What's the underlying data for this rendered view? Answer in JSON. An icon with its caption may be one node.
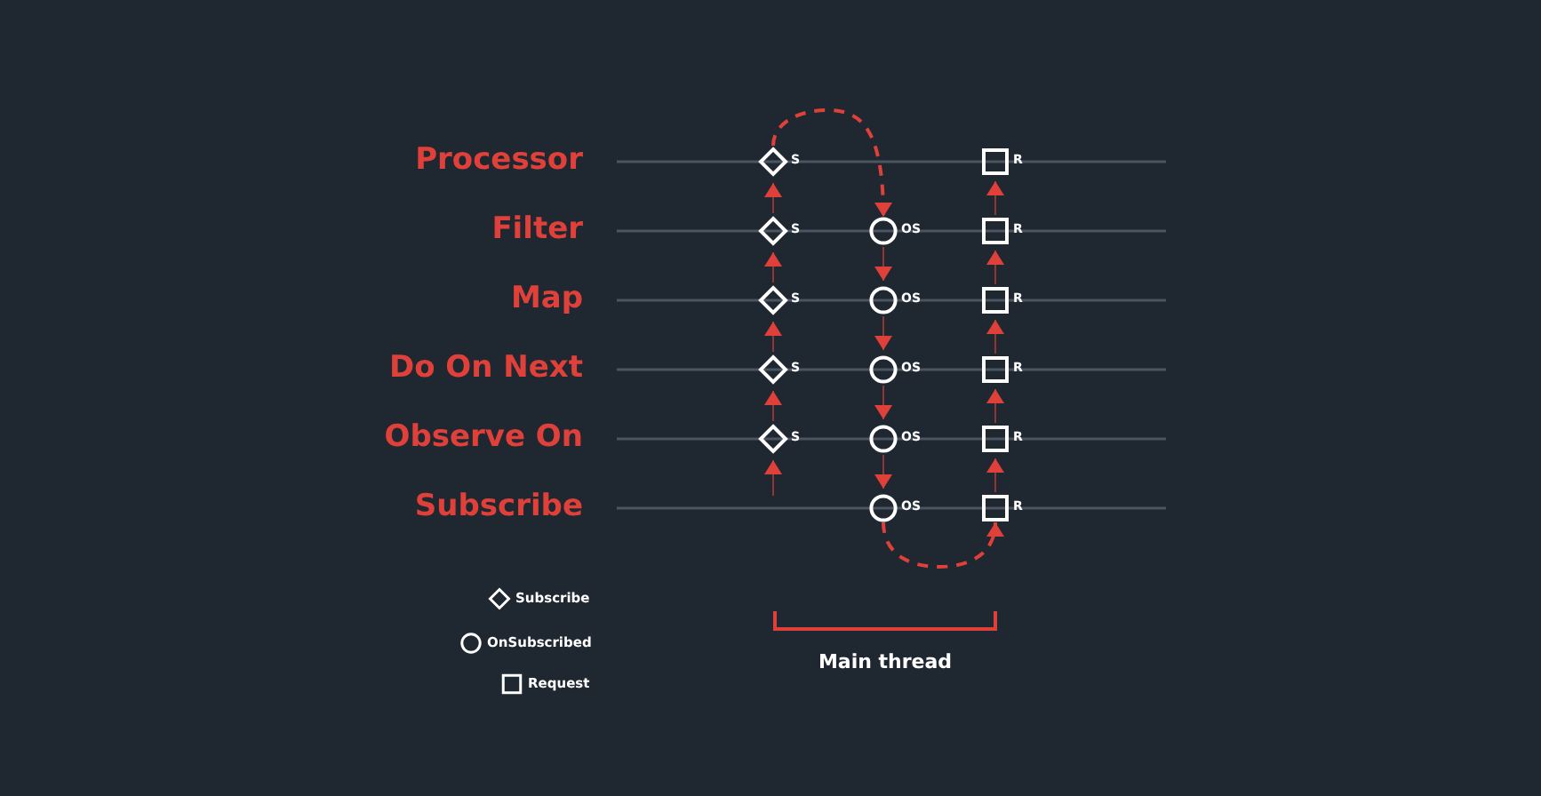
{
  "diagram": {
    "nodes": [
      {
        "text": [],
        "shape": "diamond",
        "beside": [
          "S"
        ]
      },
      {
        "text": [],
        "shape": "box",
        "beside": [
          "R"
        ]
      },
      {
        "text": [],
        "shape": "diamond",
        "beside": [
          "S"
        ]
      },
      {
        "text": [],
        "shape": "circle",
        "beside": [
          "OS"
        ]
      },
      {
        "text": [],
        "shape": "box",
        "beside": [
          "R"
        ]
      },
      {
        "text": [],
        "shape": "diamond",
        "beside": [
          "S"
        ]
      },
      {
        "text": [],
        "shape": "circle",
        "beside": [
          "OS"
        ]
      },
      {
        "text": [],
        "shape": "box",
        "beside": [
          "R"
        ]
      },
      {
        "text": [],
        "shape": "diamond",
        "beside": [
          "S"
        ]
      },
      {
        "text": [],
        "shape": "circle",
        "beside": [
          "OS"
        ]
      },
      {
        "text": [],
        "shape": "box",
        "beside": [
          "R"
        ]
      },
      {
        "text": [],
        "shape": "diamond",
        "beside": [
          "S"
        ]
      },
      {
        "text": [],
        "shape": "circle",
        "beside": [
          "OS"
        ]
      },
      {
        "text": [],
        "shape": "box",
        "beside": [
          "R"
        ]
      },
      {
        "text": [],
        "shape": "circle",
        "beside": [
          "OS"
        ]
      },
      {
        "text": [],
        "shape": "box",
        "beside": [
          "R"
        ]
      }
    ],
    "edges": [
      {
        "from": 2,
        "to": 0,
        "arrow": "to"
      },
      {
        "from": 5,
        "to": 2,
        "arrow": "to"
      },
      {
        "from": 8,
        "to": 5,
        "arrow": "to"
      },
      {
        "from": 11,
        "to": 8,
        "arrow": "to"
      },
      {
        "from": null,
        "to": 11,
        "arrow": "to"
      },
      {
        "from": 0,
        "to": 3,
        "arrow": "to",
        "style": "dashed"
      },
      {
        "from": 3,
        "to": 6,
        "arrow": "to"
      },
      {
        "from": 6,
        "to": 9,
        "arrow": "to"
      },
      {
        "from": 9,
        "to": 12,
        "arrow": "to"
      },
      {
        "from": 12,
        "to": 14,
        "arrow": "to"
      },
      {
        "from": 14,
        "to": 15,
        "arrow": "to",
        "style": "dashed"
      },
      {
        "from": 4,
        "to": 1,
        "arrow": "to"
      },
      {
        "from": 7,
        "to": 4,
        "arrow": "to"
      },
      {
        "from": 10,
        "to": 7,
        "arrow": "to"
      },
      {
        "from": 13,
        "to": 10,
        "arrow": "to"
      },
      {
        "from": 15,
        "to": 13,
        "arrow": "to"
      }
    ],
    "labels": [
      "Processor",
      "Filter",
      "Map",
      "Do On Next",
      "Observe On",
      "Subscribe",
      "Main thread"
    ],
    "legend": [
      {
        "text": "Subscribe"
      },
      {
        "text": "OnSubscribed"
      },
      {
        "text": "Request"
      }
    ]
  }
}
